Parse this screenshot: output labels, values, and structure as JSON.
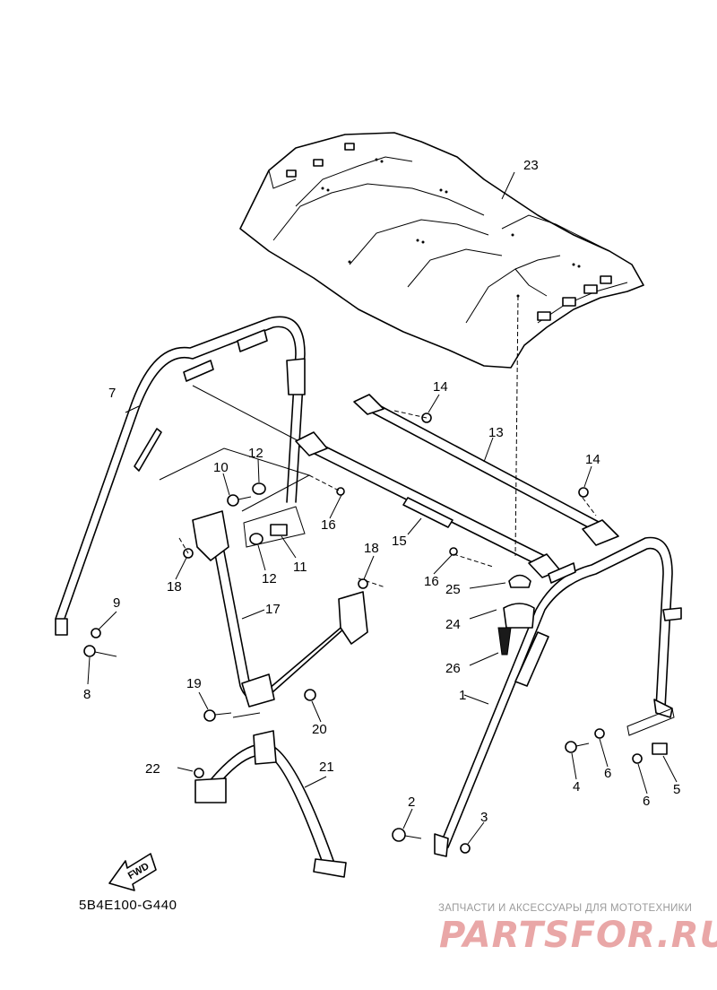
{
  "diagram": {
    "code": "5B4E100-G440",
    "fwd_label": "FWD",
    "callouts": {
      "p1": "1",
      "p2": "2",
      "p3": "3",
      "p4": "4",
      "p5": "5",
      "p6a": "6",
      "p6b": "6",
      "p7": "7",
      "p8": "8",
      "p9": "9",
      "p10": "10",
      "p11": "11",
      "p12a": "12",
      "p12b": "12",
      "p13": "13",
      "p14a": "14",
      "p14b": "14",
      "p15": "15",
      "p16a": "16",
      "p16b": "16",
      "p17": "17",
      "p18a": "18",
      "p18b": "18",
      "p19": "19",
      "p20": "20",
      "p21": "21",
      "p22": "22",
      "p23": "23",
      "p24": "24",
      "p25": "25",
      "p26": "26"
    }
  },
  "watermark": {
    "caption": "ЗАПЧАСТИ И АКСЕССУАРЫ ДЛЯ МОТОТЕХНИКИ",
    "logo": "PARTSFOR.RU"
  }
}
